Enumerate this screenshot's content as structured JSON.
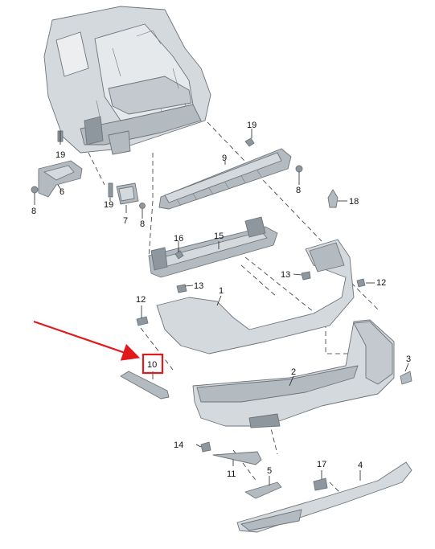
{
  "callouts": [
    {
      "id": "c1",
      "label": "1"
    },
    {
      "id": "c2",
      "label": "2"
    },
    {
      "id": "c3",
      "label": "3"
    },
    {
      "id": "c4",
      "label": "4"
    },
    {
      "id": "c5",
      "label": "5"
    },
    {
      "id": "c6",
      "label": "6"
    },
    {
      "id": "c7",
      "label": "7"
    },
    {
      "id": "c8a",
      "label": "8"
    },
    {
      "id": "c8b",
      "label": "8"
    },
    {
      "id": "c8c",
      "label": "8"
    },
    {
      "id": "c9",
      "label": "9"
    },
    {
      "id": "c10",
      "label": "10"
    },
    {
      "id": "c11",
      "label": "11"
    },
    {
      "id": "c12a",
      "label": "12"
    },
    {
      "id": "c12b",
      "label": "12"
    },
    {
      "id": "c13a",
      "label": "13"
    },
    {
      "id": "c13b",
      "label": "13"
    },
    {
      "id": "c14",
      "label": "14"
    },
    {
      "id": "c15",
      "label": "15"
    },
    {
      "id": "c16",
      "label": "16"
    },
    {
      "id": "c17",
      "label": "17"
    },
    {
      "id": "c18",
      "label": "18"
    },
    {
      "id": "c19a",
      "label": "19"
    },
    {
      "id": "c19b",
      "label": "19"
    },
    {
      "id": "c19c",
      "label": "19"
    }
  ],
  "highlight": {
    "target": "10",
    "color": "#e11b1b"
  },
  "colors": {
    "part_fill": "#d4d9dd",
    "outline": "#6d747a",
    "text": "#111111",
    "highlight": "#e11b1b"
  }
}
